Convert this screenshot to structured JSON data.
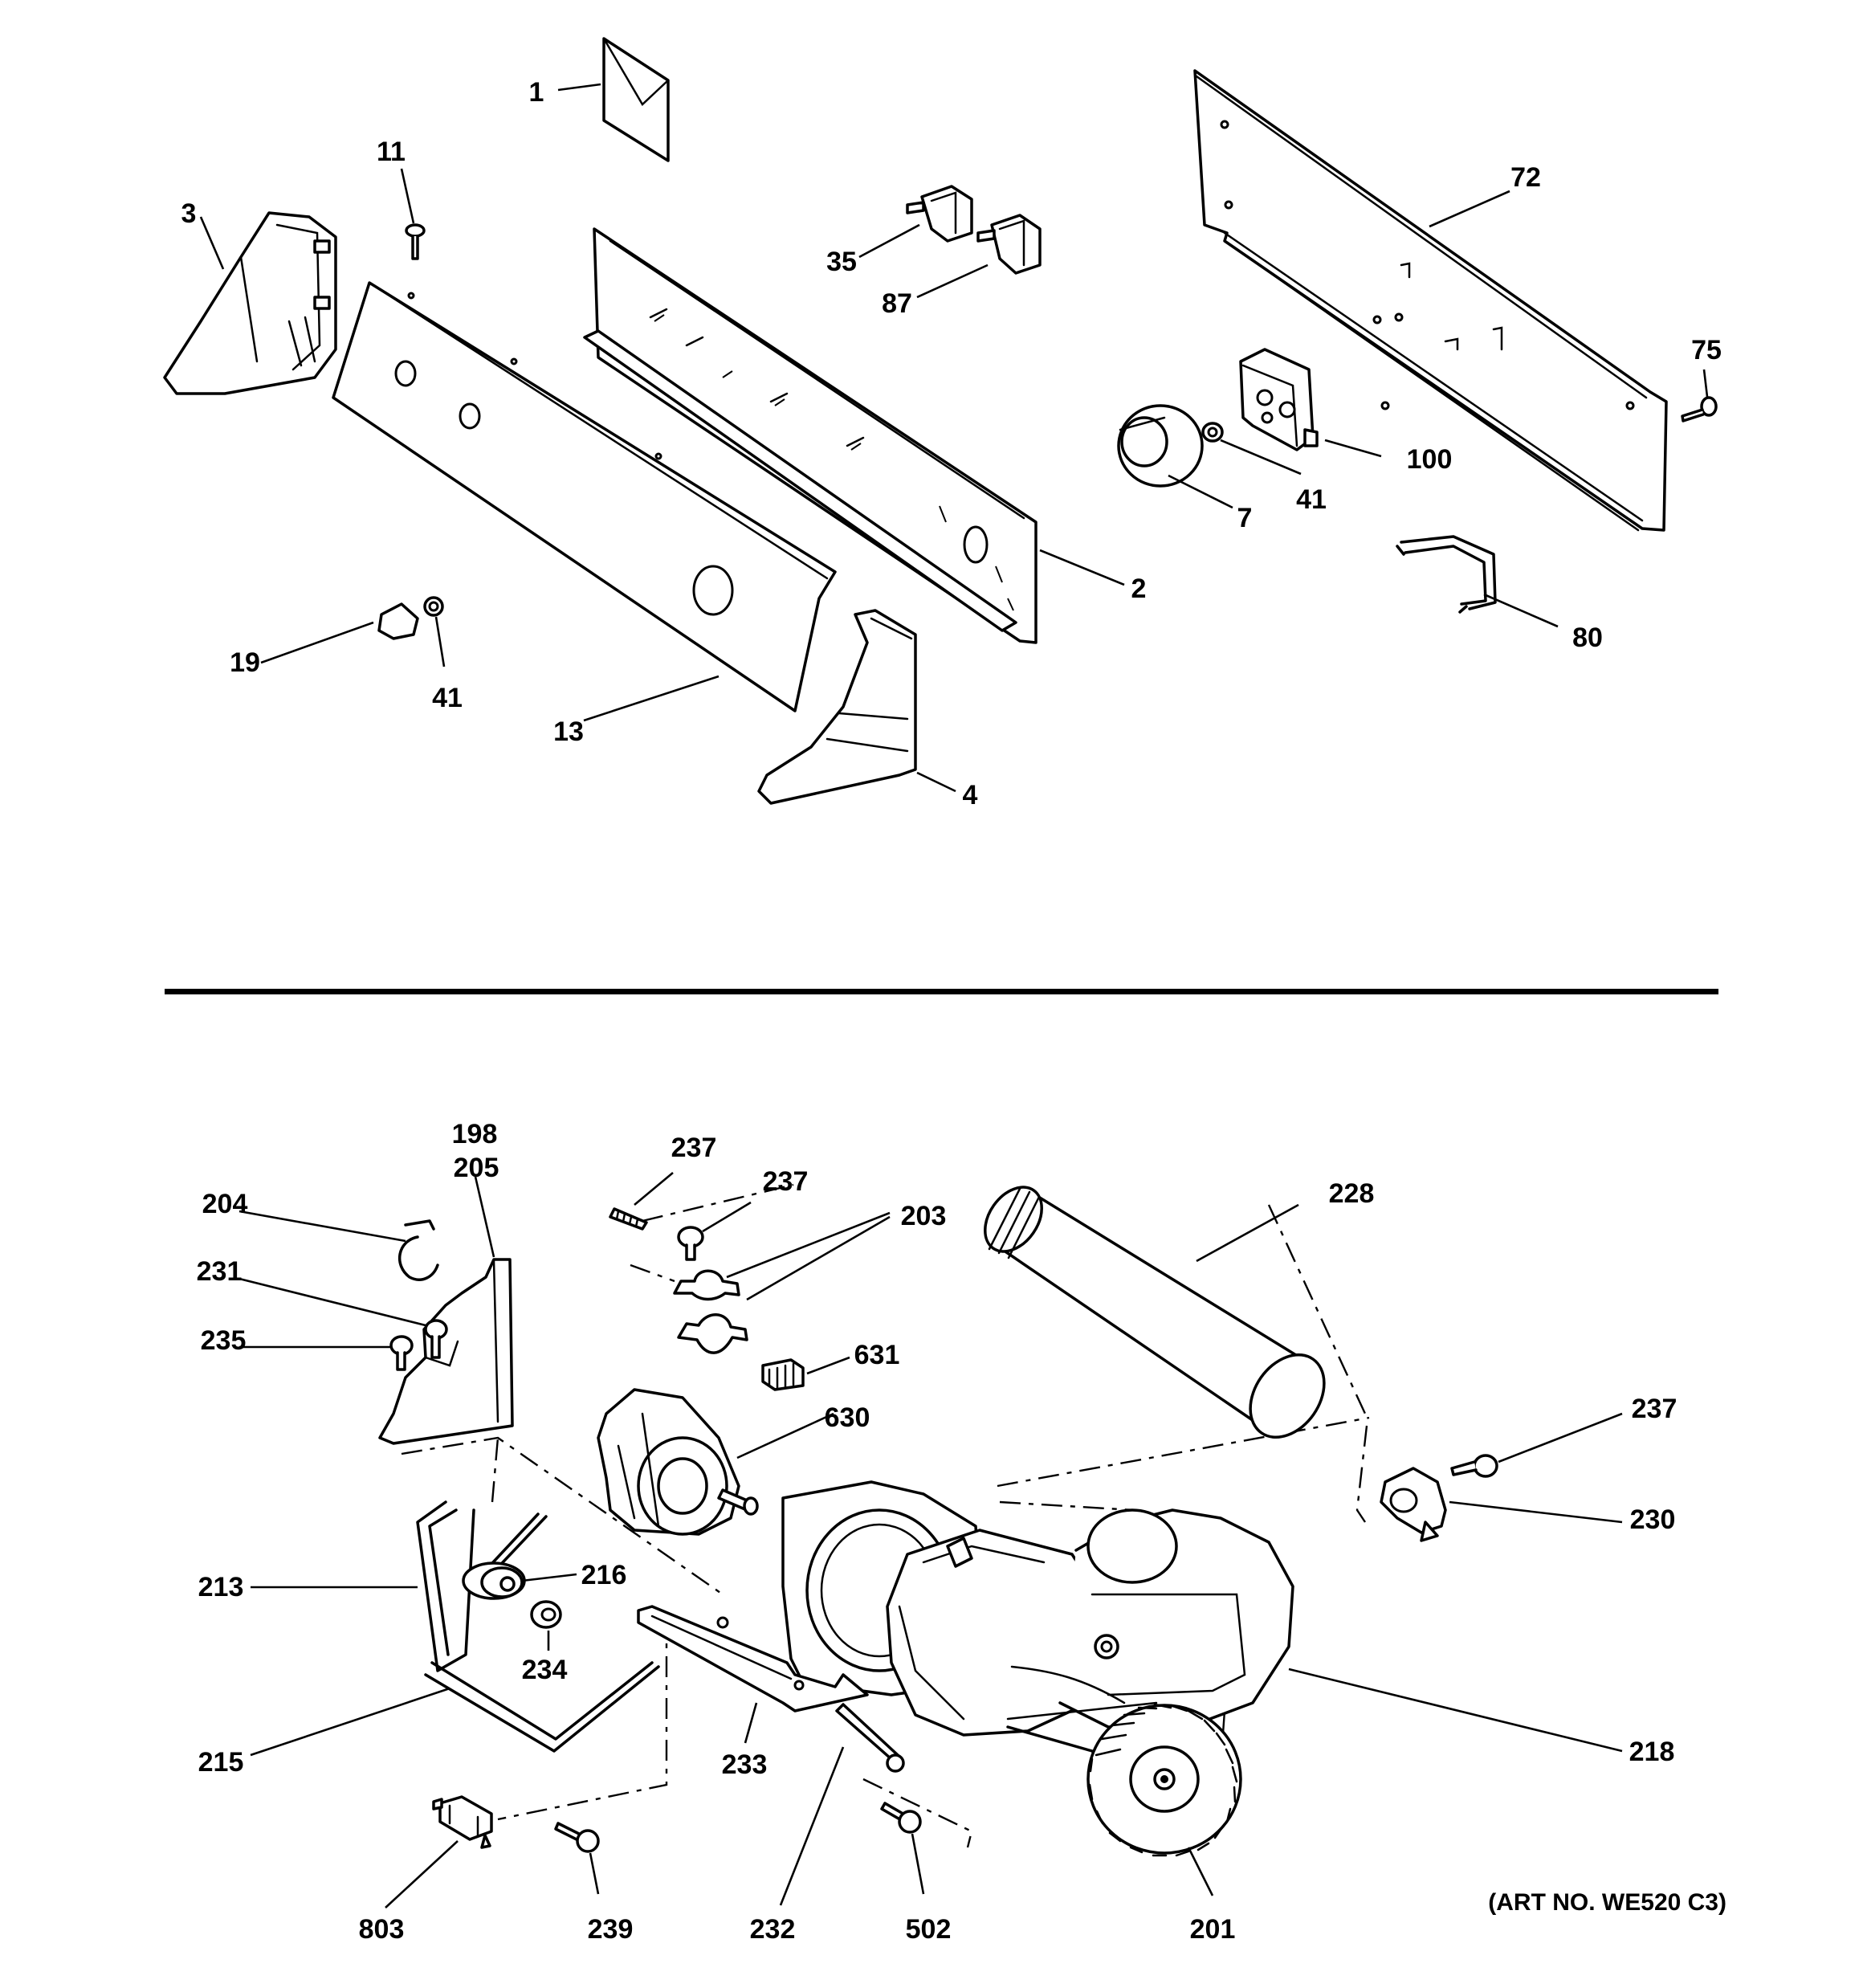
{
  "labels": {
    "p1": "1",
    "p11": "11",
    "p3": "3",
    "p35": "35",
    "p87": "87",
    "p72": "72",
    "p75": "75",
    "p100": "100",
    "p41a": "41",
    "p7": "7",
    "p2": "2",
    "p80": "80",
    "p19": "19",
    "p41b": "41",
    "p13": "13",
    "p4": "4",
    "p198": "198",
    "p205": "205",
    "p204": "204",
    "p231": "231",
    "p235": "235",
    "p237a": "237",
    "p237b": "237",
    "p203": "203",
    "p228": "228",
    "p631": "631",
    "p630": "630",
    "p237c": "237",
    "p230": "230",
    "p213": "213",
    "p216": "216",
    "p234": "234",
    "p215": "215",
    "p233": "233",
    "p218": "218",
    "p232": "232",
    "p803": "803",
    "p239": "239",
    "p502": "502",
    "p201": "201"
  },
  "art_number": "(ART NO. WE520 C3)"
}
